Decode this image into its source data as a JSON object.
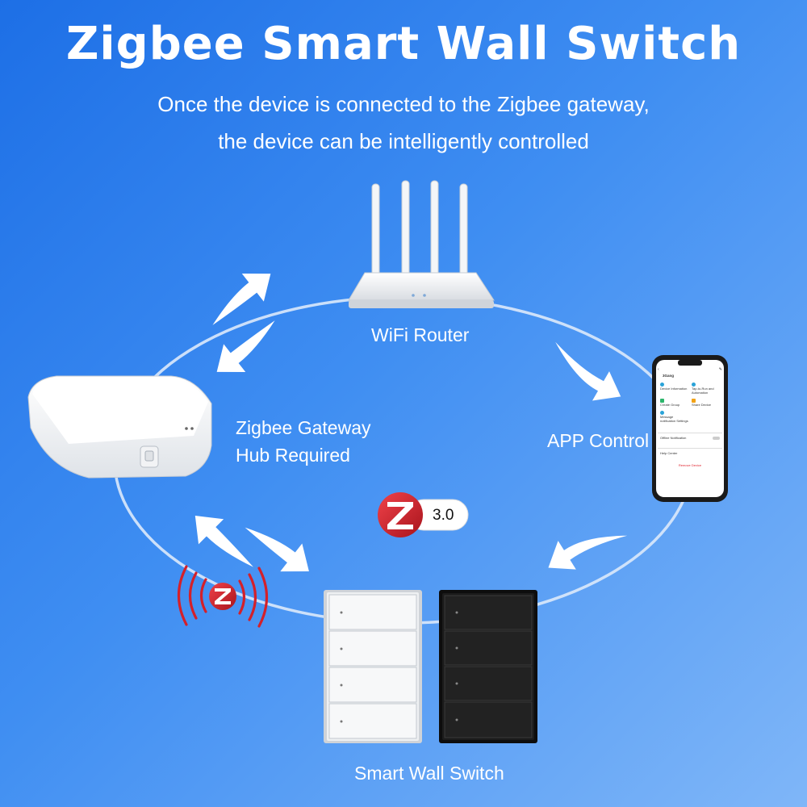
{
  "header": {
    "title": "Zigbee Smart Wall Switch",
    "subtitle_line1": "Once the device is connected to the Zigbee gateway,",
    "subtitle_line2": "the device can be intelligently controlled"
  },
  "labels": {
    "router": "WiFi Router",
    "app": "APP Control",
    "gateway_line1": "Zigbee Gateway",
    "gateway_line2": "Hub Required",
    "switch": "Smart Wall Switch"
  },
  "badge": {
    "version": "3.0"
  },
  "phone": {
    "device_name": "3Gang",
    "menu": [
      "Device Information",
      "Tap-to-Run and Automation",
      "Create Group",
      "Share Device",
      "Message notification Settings"
    ],
    "offline_notification": "Offline Notification",
    "help_center": "Help Center",
    "remove_device": "Remove Device"
  },
  "switches": {
    "gang_count": 4
  },
  "colors": {
    "accent_red": "#d4202a",
    "white_switch": "#eef0f2",
    "black_switch": "#1b1b1b"
  }
}
